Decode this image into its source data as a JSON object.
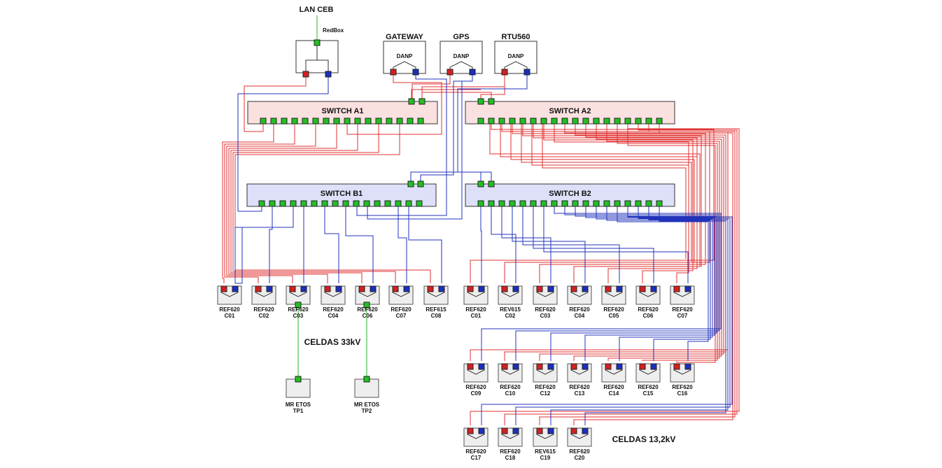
{
  "top": {
    "lan_label": "LAN CEB",
    "redbox_label": "RedBox",
    "danp_devices": [
      {
        "name": "GATEWAY",
        "inner": "DANP"
      },
      {
        "name": "GPS",
        "inner": "DANP"
      },
      {
        "name": "RTU560",
        "inner": "DANP"
      }
    ]
  },
  "switches": {
    "a1": "SWITCH A1",
    "a2": "SWITCH A2",
    "b1": "SWITCH B1",
    "b2": "SWITCH B2"
  },
  "sections": {
    "s33": "CELDAS 33kV",
    "s13": "CELDAS 13,2kV"
  },
  "relays_33kv": [
    {
      "model": "REF620",
      "cell": "C01"
    },
    {
      "model": "REF620",
      "cell": "C02"
    },
    {
      "model": "REF620",
      "cell": "C03"
    },
    {
      "model": "REF620",
      "cell": "C04"
    },
    {
      "model": "REF620",
      "cell": "C06"
    },
    {
      "model": "REF620",
      "cell": "C07"
    },
    {
      "model": "REF615",
      "cell": "C08"
    }
  ],
  "transformers": [
    {
      "model": "MR ETOS",
      "cell": "TP1"
    },
    {
      "model": "MR ETOS",
      "cell": "TP2"
    }
  ],
  "relays_13kv_row1": [
    {
      "model": "REF620",
      "cell": "C01"
    },
    {
      "model": "REV615",
      "cell": "C02"
    },
    {
      "model": "REF620",
      "cell": "C03"
    },
    {
      "model": "REF620",
      "cell": "C04"
    },
    {
      "model": "REF620",
      "cell": "C05"
    },
    {
      "model": "REF620",
      "cell": "C06"
    },
    {
      "model": "REF620",
      "cell": "C07"
    }
  ],
  "relays_13kv_row2": [
    {
      "model": "REF620",
      "cell": "C09"
    },
    {
      "model": "REF620",
      "cell": "C10"
    },
    {
      "model": "REF620",
      "cell": "C12"
    },
    {
      "model": "REF620",
      "cell": "C13"
    },
    {
      "model": "REF620",
      "cell": "C14"
    },
    {
      "model": "REF620",
      "cell": "C15"
    },
    {
      "model": "REF620",
      "cell": "C16"
    }
  ],
  "relays_13kv_row3": [
    {
      "model": "REF620",
      "cell": "C17"
    },
    {
      "model": "REF620",
      "cell": "C18"
    },
    {
      "model": "REV615",
      "cell": "C19"
    },
    {
      "model": "REF620",
      "cell": "C20"
    }
  ],
  "colors": {
    "red_port": "#d42020",
    "blue_port": "#1a2fc0",
    "green_port": "#22c022",
    "red_line": "#e03030",
    "blue_line": "#2233bb",
    "green_line": "#22b822",
    "switch_a_fill": "#fbe0e0",
    "switch_b_fill": "#dde0f8",
    "device_fill": "#eeeeee"
  }
}
